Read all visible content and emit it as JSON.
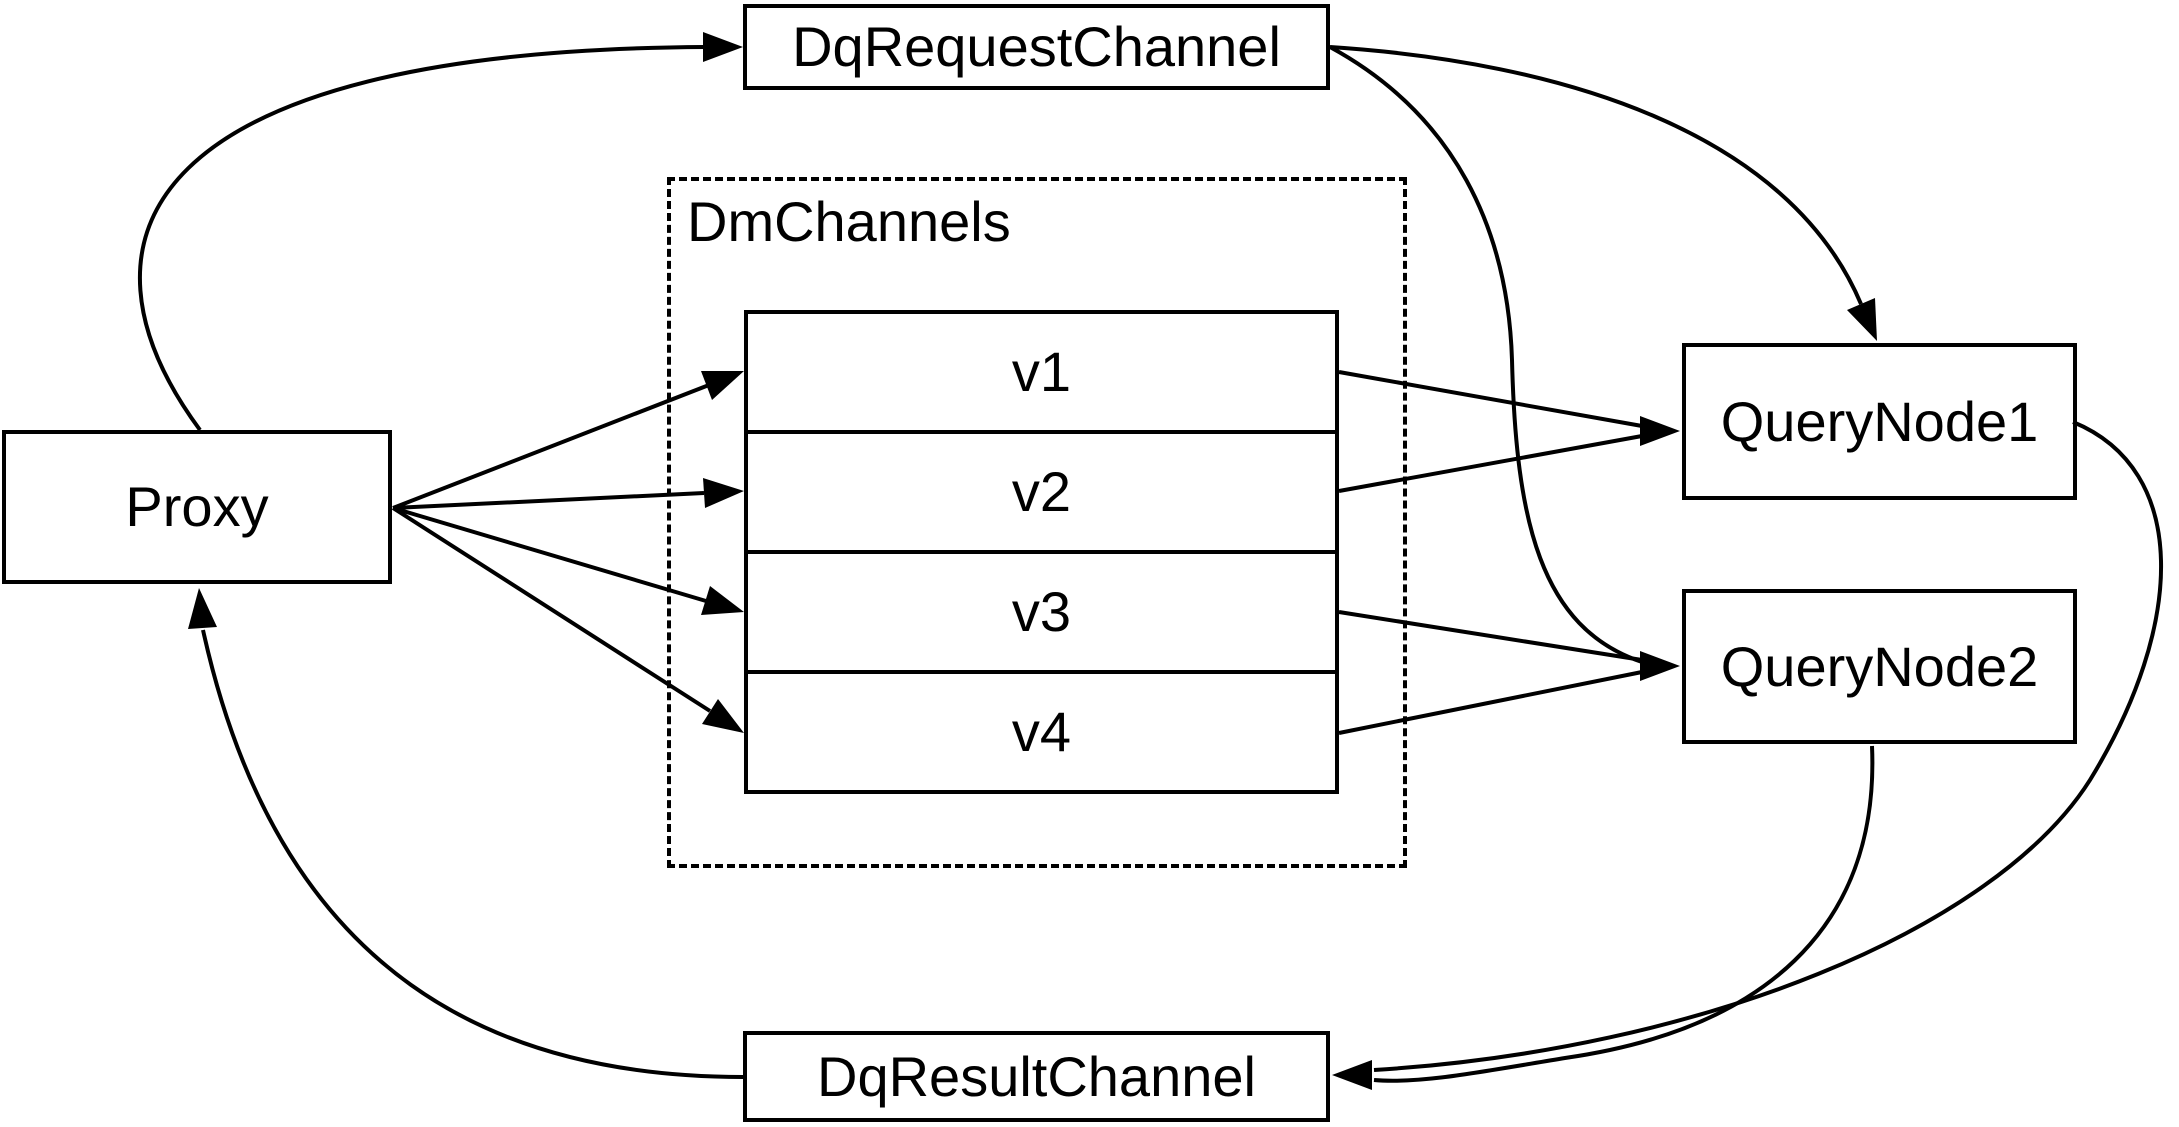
{
  "diagram": {
    "background": "#ffffff",
    "stroke_color": "#000000",
    "nodes": {
      "proxy": {
        "label": "Proxy"
      },
      "dq_request_channel": {
        "label": "DqRequestChannel"
      },
      "dm_channels_group": {
        "label": "DmChannels"
      },
      "channels": [
        {
          "label": "v1"
        },
        {
          "label": "v2"
        },
        {
          "label": "v3"
        },
        {
          "label": "v4"
        }
      ],
      "query_node_1": {
        "label": "QueryNode1"
      },
      "query_node_2": {
        "label": "QueryNode2"
      },
      "dq_result_channel": {
        "label": "DqResultChannel"
      }
    },
    "edges": [
      {
        "from": "Proxy",
        "to": "DqRequestChannel"
      },
      {
        "from": "DqRequestChannel",
        "to": "QueryNode1"
      },
      {
        "from": "DqRequestChannel",
        "to": "QueryNode2"
      },
      {
        "from": "Proxy",
        "to": "v1"
      },
      {
        "from": "Proxy",
        "to": "v2"
      },
      {
        "from": "Proxy",
        "to": "v3"
      },
      {
        "from": "Proxy",
        "to": "v4"
      },
      {
        "from": "v1",
        "to": "QueryNode1"
      },
      {
        "from": "v2",
        "to": "QueryNode1"
      },
      {
        "from": "v3",
        "to": "QueryNode2"
      },
      {
        "from": "v4",
        "to": "QueryNode2"
      },
      {
        "from": "QueryNode1",
        "to": "DqResultChannel"
      },
      {
        "from": "QueryNode2",
        "to": "DqResultChannel"
      },
      {
        "from": "DqResultChannel",
        "to": "Proxy"
      }
    ]
  }
}
